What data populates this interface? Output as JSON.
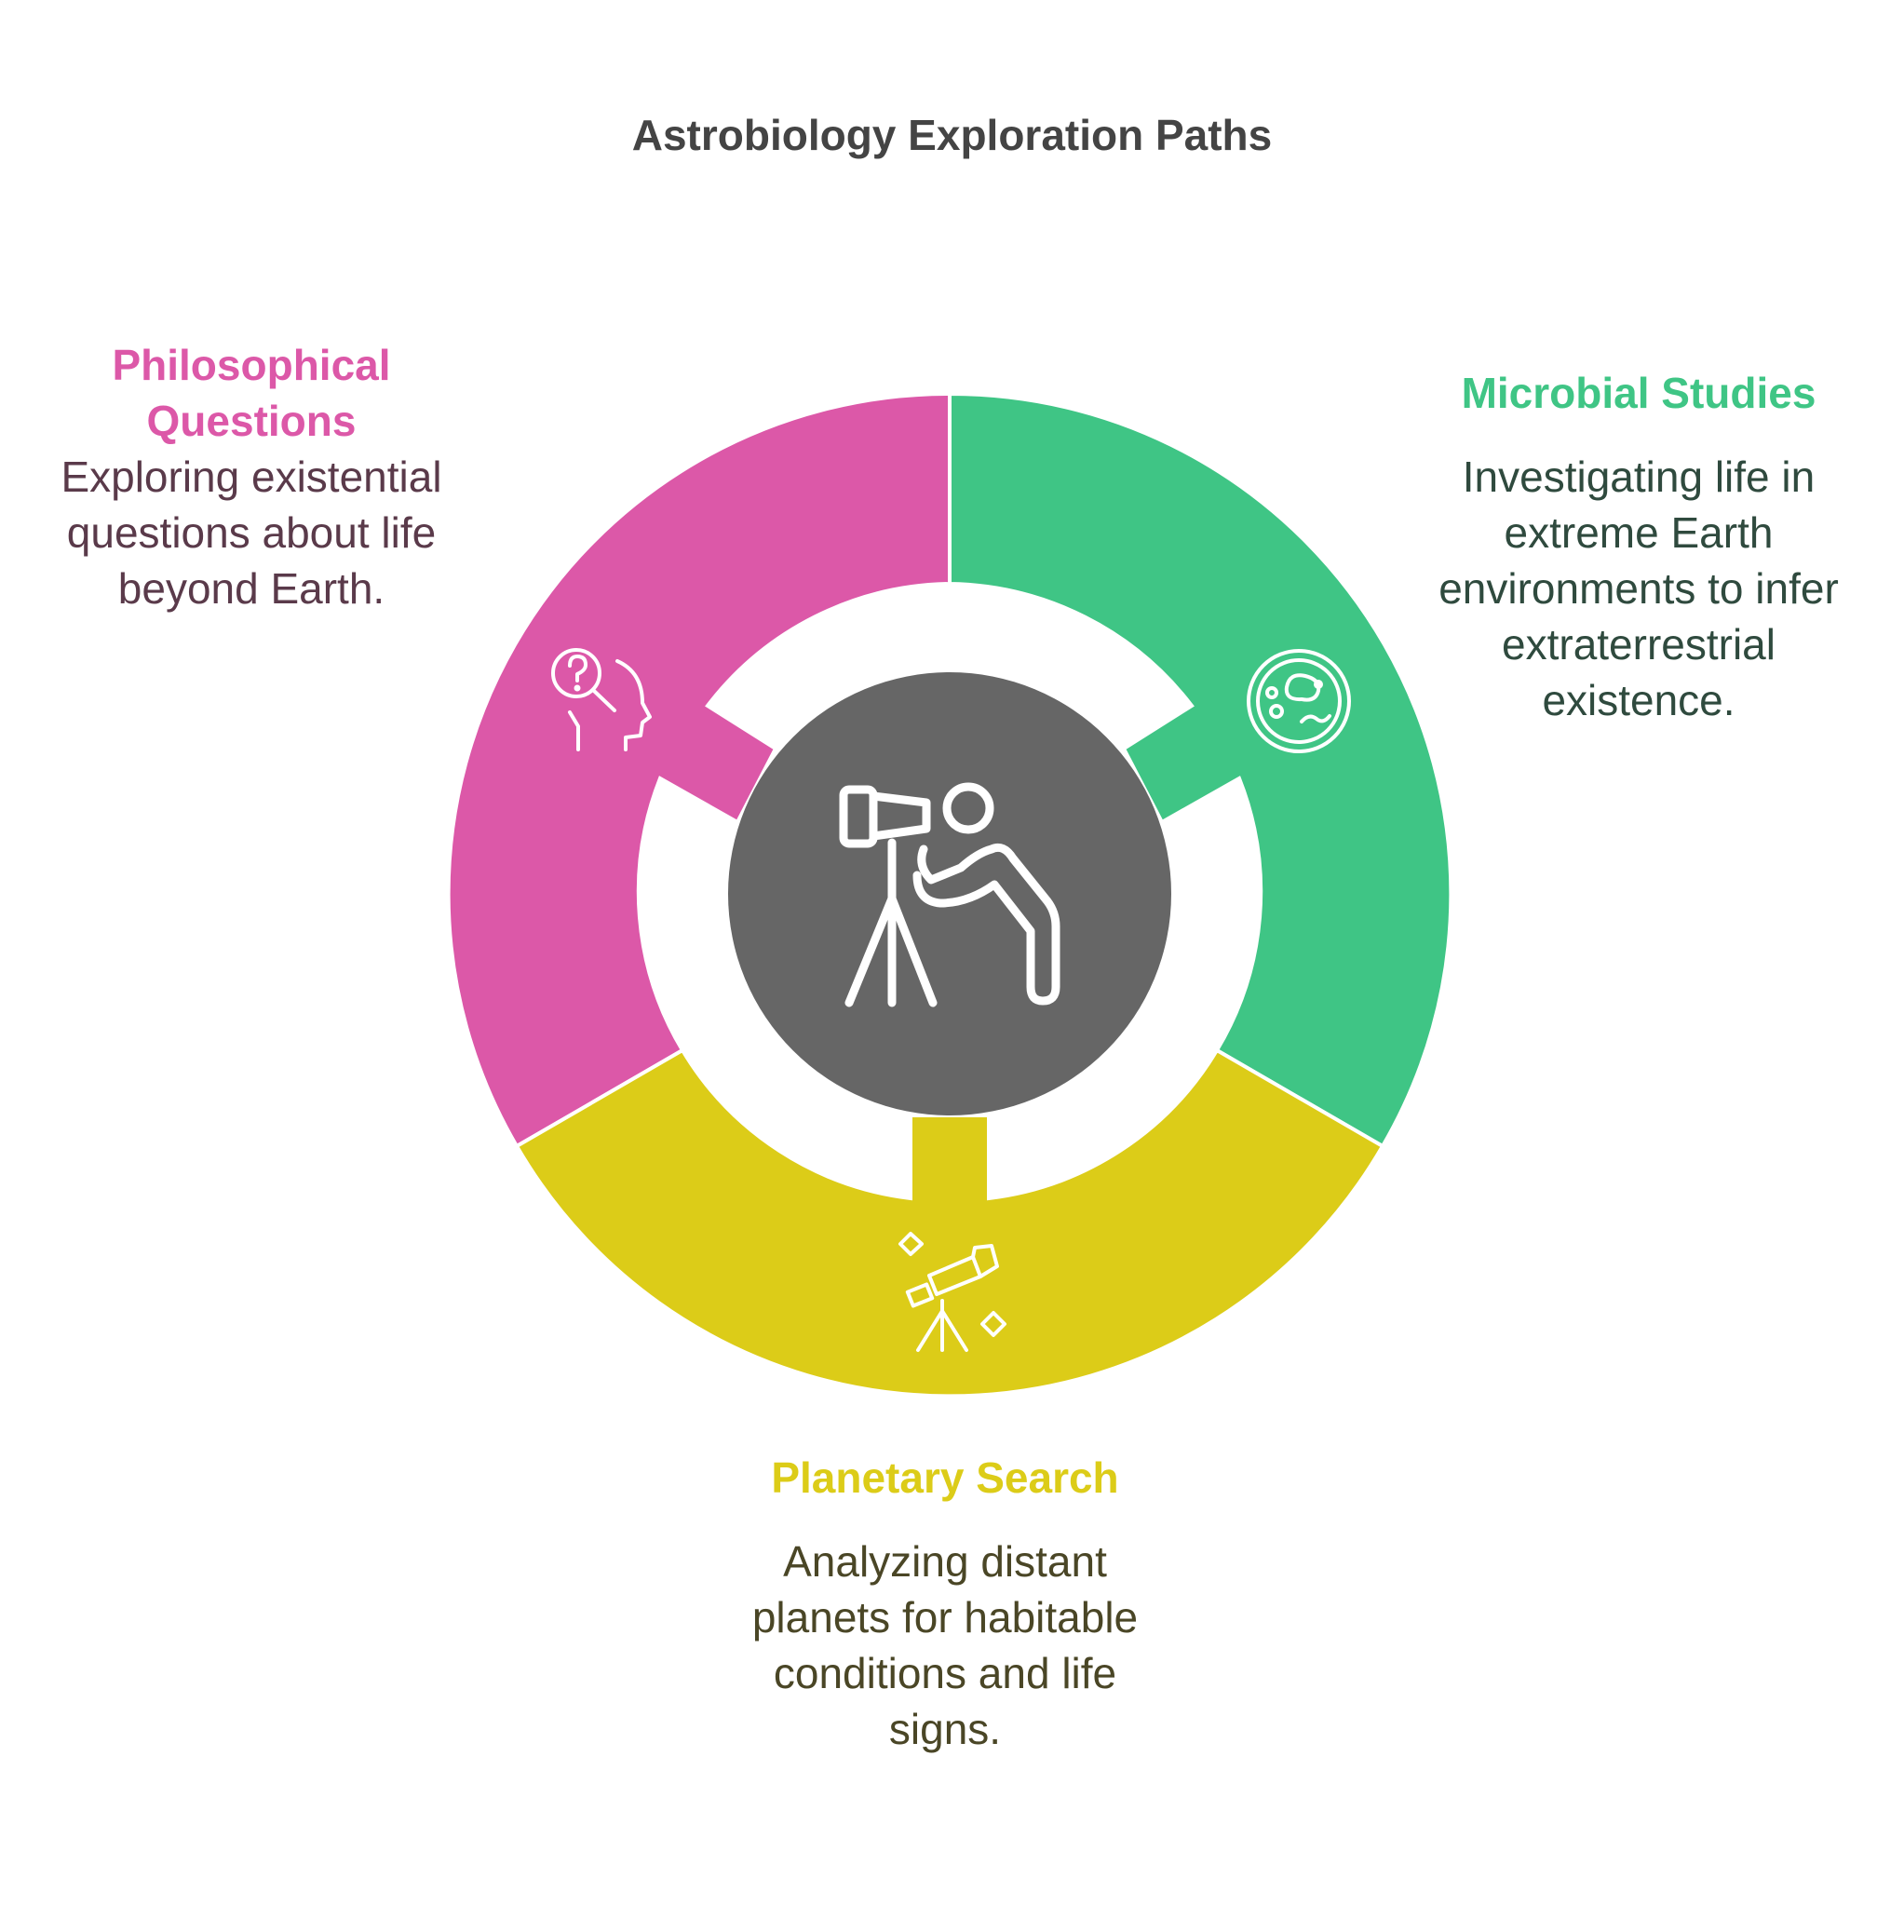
{
  "title": "Astrobiology Exploration Paths",
  "colors": {
    "philosophical": "#DC58A8",
    "microbial": "#3FC585",
    "planetary": "#DCCC18",
    "center": "#666666",
    "phil_text": "#5A3A4A",
    "micro_text": "#2F4A3E",
    "plan_text": "#4A4626"
  },
  "center_icon": "observer-with-telescope-icon",
  "segments": [
    {
      "key": "philosophical",
      "label": "Philosophical Questions",
      "description": "Exploring existential questions about life beyond Earth.",
      "icon": "question-head-icon"
    },
    {
      "key": "microbial",
      "label": "Microbial Studies",
      "description": "Investigating life in extreme Earth environments to infer extraterrestrial existence.",
      "icon": "petri-dish-icon"
    },
    {
      "key": "planetary",
      "label": "Planetary Search",
      "description": "Analyzing distant planets for habitable conditions and life signs.",
      "icon": "telescope-stars-icon"
    }
  ]
}
